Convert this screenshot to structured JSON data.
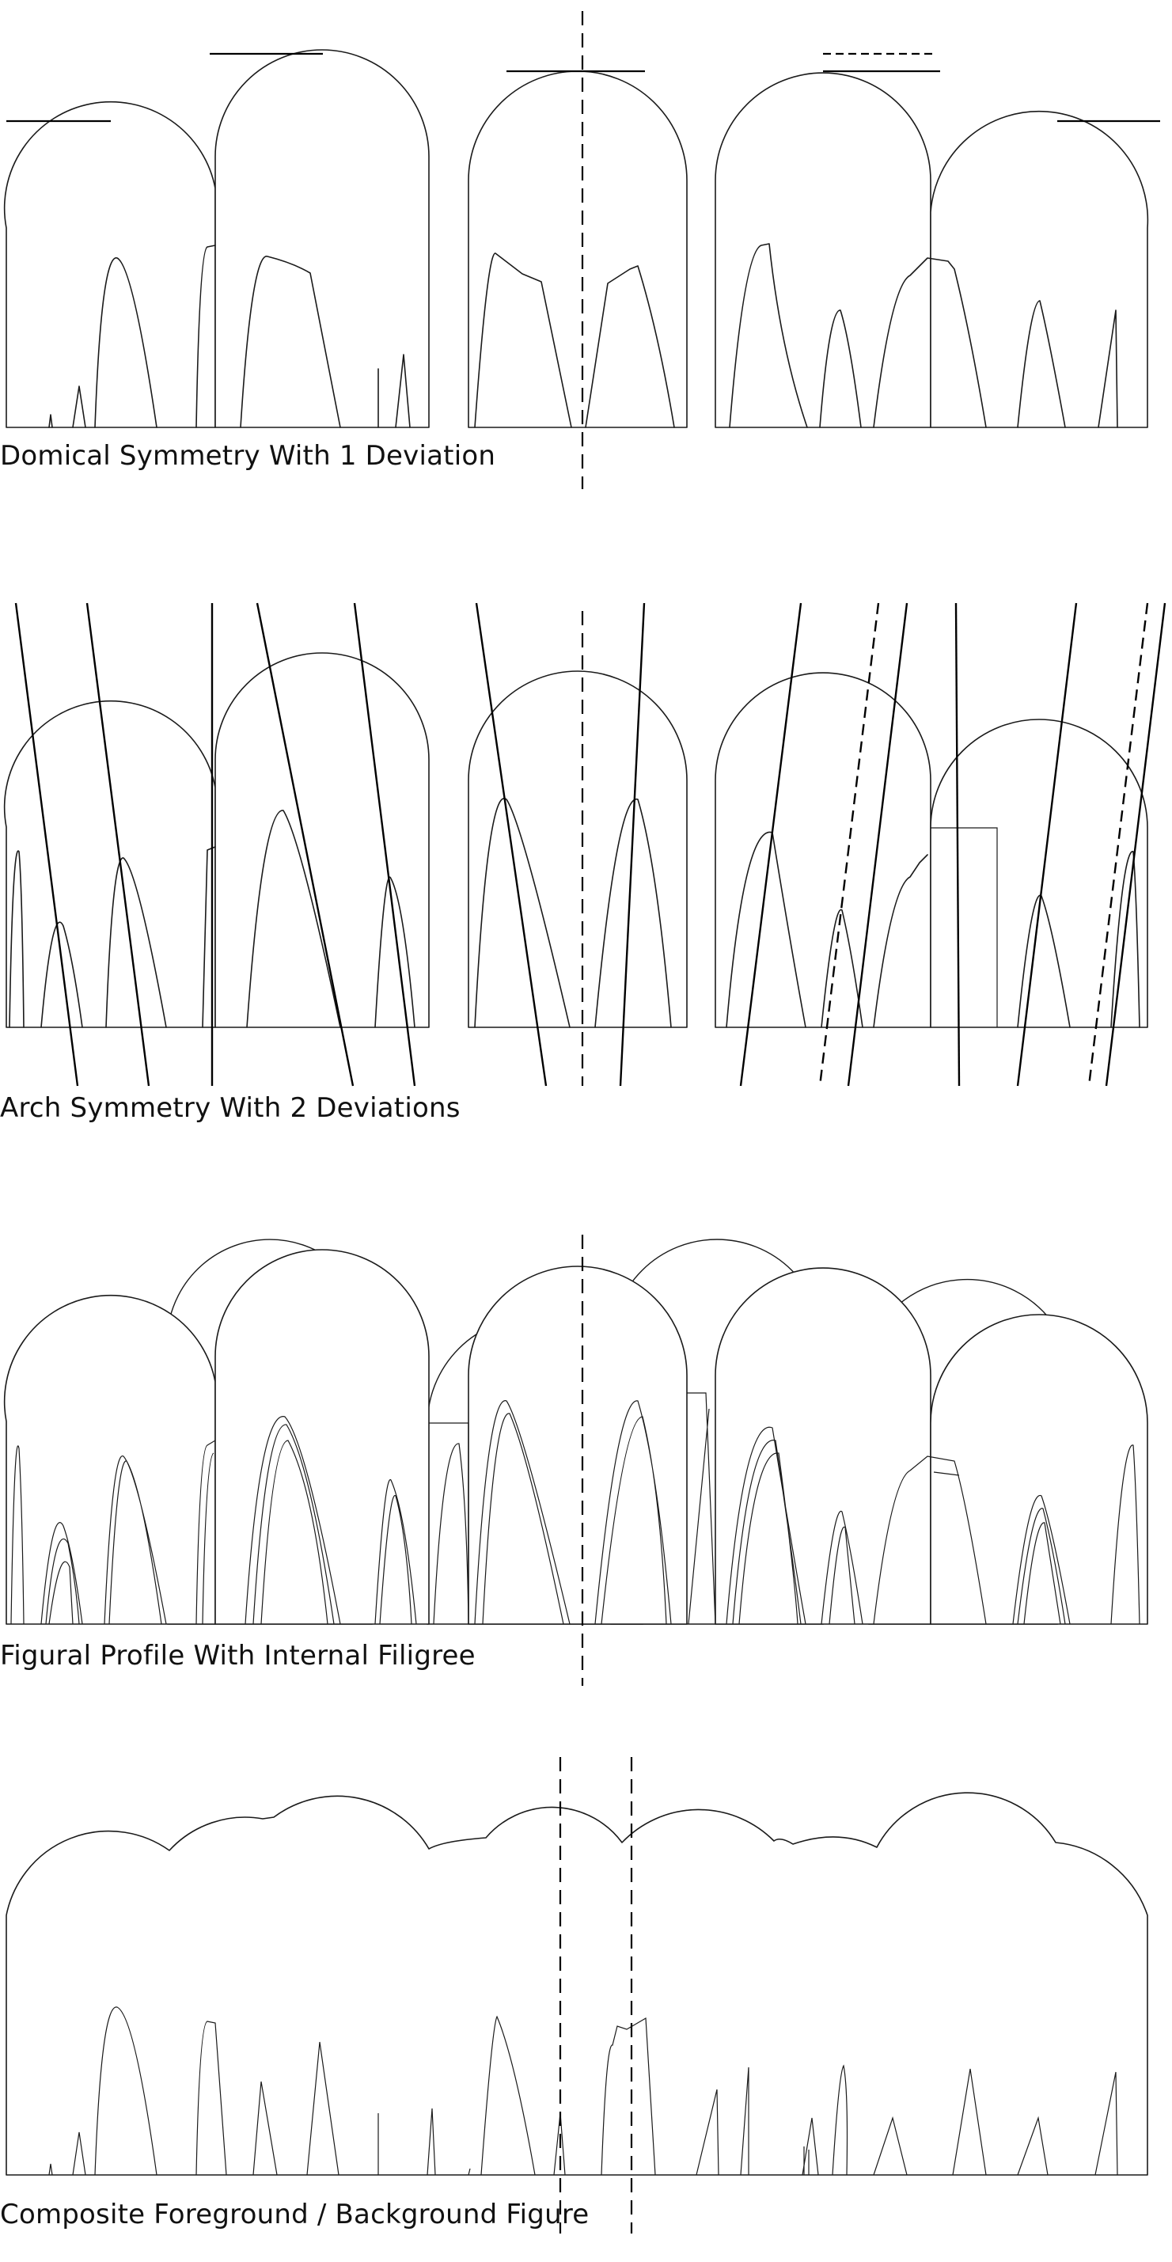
{
  "panels": [
    {
      "id": "domical",
      "caption": "Domical Symmetry With 1 Deviation"
    },
    {
      "id": "arch",
      "caption": "Arch Symmetry With 2 Deviations"
    },
    {
      "id": "figural",
      "caption": "Figural Profile With Internal Filigree"
    },
    {
      "id": "composite",
      "caption": "Composite Foreground / Background Figure"
    }
  ]
}
